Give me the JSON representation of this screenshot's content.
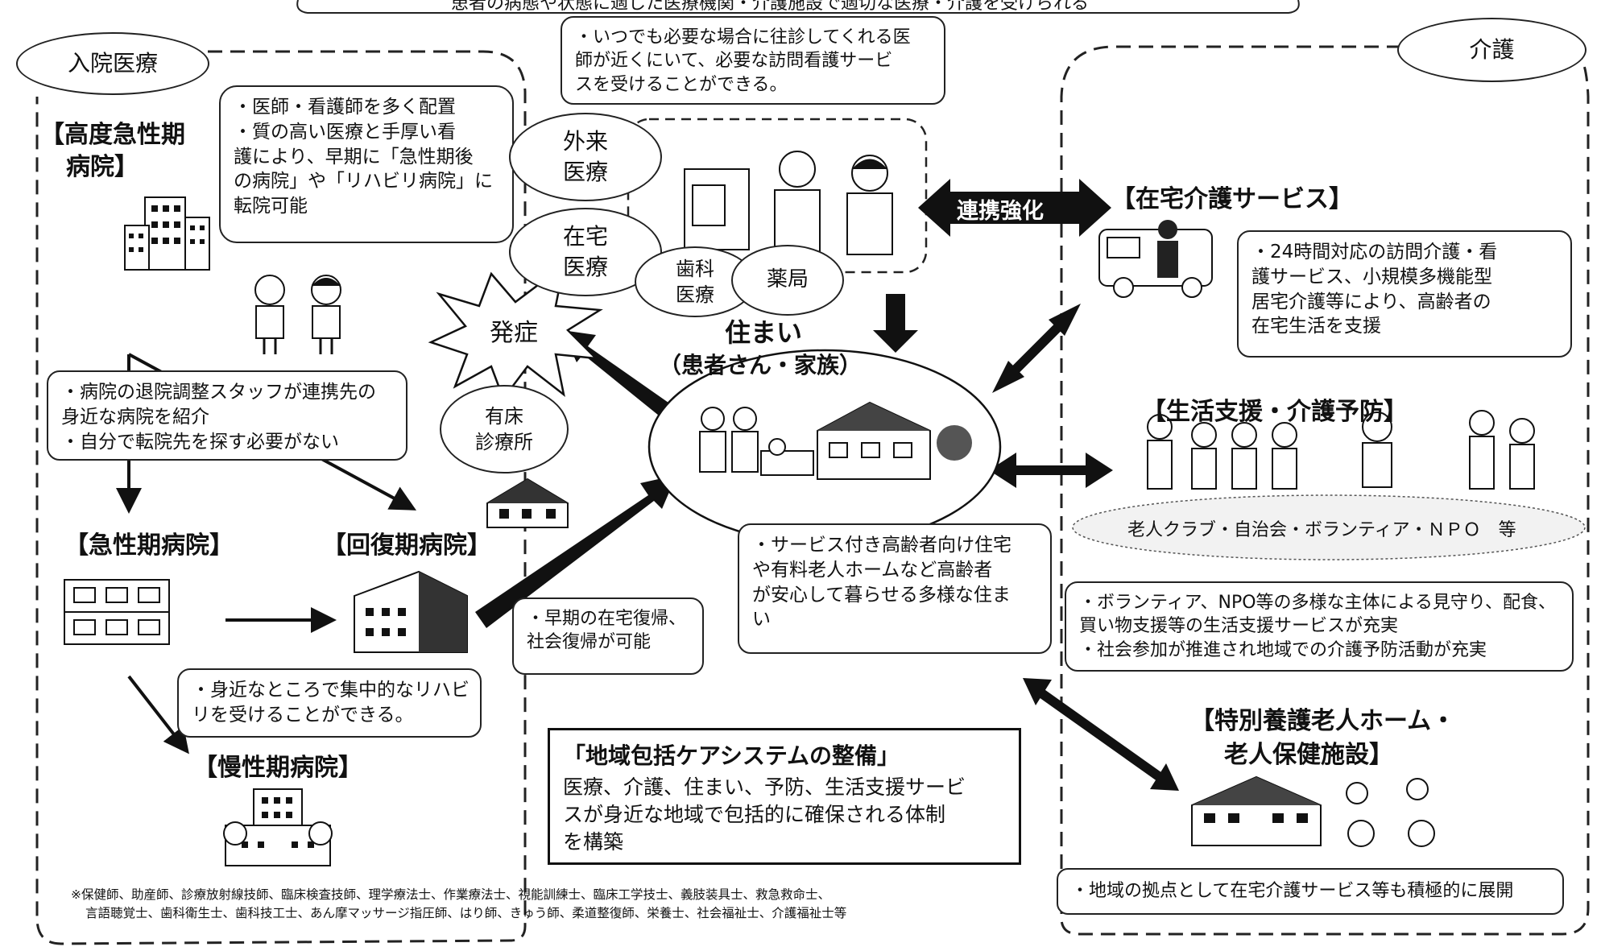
{
  "top_text": "患者の病態や状態に適した医療機関・介護施設で適切な医療・介護を受けられる",
  "regions": {
    "hospital": "入院医療",
    "care": "介護"
  },
  "hospital": {
    "advanced_acute": {
      "line1": "【高度急性期",
      "line2": "病院】"
    },
    "advanced_note": [
      "・医師・看護師を多く配置",
      "・質の高い医療と手厚い看",
      "護により、早期に「急性期後",
      "の病院」や「リハビリ病院」に",
      "転院可能"
    ],
    "discharge_note": [
      "・病院の退院調整スタッフが連携先の",
      "身近な病院を紹介",
      "・自分で転院先を探す必要がない"
    ],
    "acute": "【急性期病院】",
    "recovery": "【回復期病院】",
    "rehab_note": [
      "・身近なところで集中的なリハビ",
      "リを受けることができる。"
    ],
    "chronic": "【慢性期病院】",
    "footnote": [
      "※保健師、助産師、診療放射線技師、臨床検査技師、理学療法士、作業療法士、視能訓練士、臨床工学技士、義肢装具士、救急救命士、",
      "言語聴覚士、歯科衛生士、歯科技工士、あん摩マッサージ指圧師、はり師、きゅう師、柔道整復師、栄養士、社会福祉士、介護福祉士等"
    ]
  },
  "center": {
    "home_visit_note": [
      "・いつでも必要な場合に往診してくれる医",
      "師が近くにいて、必要な訪問看護サービ",
      "スを受けることができる。"
    ],
    "outpatient": [
      "外来",
      "医療"
    ],
    "home_medical": [
      "在宅",
      "医療"
    ],
    "dental": [
      "歯科",
      "医療"
    ],
    "pharmacy": "薬局",
    "onset": "発症",
    "clinic": [
      "有床",
      "診療所"
    ],
    "residence_title": "住まい",
    "residence_sub": "（患者さん・家族）",
    "early_return": [
      "・早期の在宅復帰、",
      "社会復帰が可能"
    ],
    "housing_note": [
      "・サービス付き高齢者向け住宅",
      "や有料老人ホームなど高齢者",
      "が安心して暮らせる多様な住ま",
      "い"
    ],
    "system_title": "「地域包括ケアシステムの整備」",
    "system_text": [
      "医療、介護、住まい、予防、生活支援サービ",
      "スが身近な地域で包括的に確保される体制",
      "を構築"
    ]
  },
  "care": {
    "cooperation": "連携強化",
    "home_care": "【在宅介護サービス】",
    "home_care_note": [
      "・24時間対応の訪問介護・看",
      "護サービス、小規模多機能型",
      "居宅介護等により、高齢者の",
      "在宅生活を支援"
    ],
    "life_support": "【生活支援・介護予防】",
    "community": "老人クラブ・自治会・ボランティア・ＮＰＯ　等",
    "support_note": [
      "・ボランティア、NPO等の多様な主体による見守り、配食、",
      "買い物支援等の生活支援サービスが充実",
      "・社会参加が推進され地域での介護予防活動が充実"
    ],
    "nursing_home": {
      "line1": "【特別養護老人ホーム・",
      "line2": "老人保健施設】"
    },
    "nursing_note": "・地域の拠点として在宅介護サービス等も積極的に展開"
  }
}
